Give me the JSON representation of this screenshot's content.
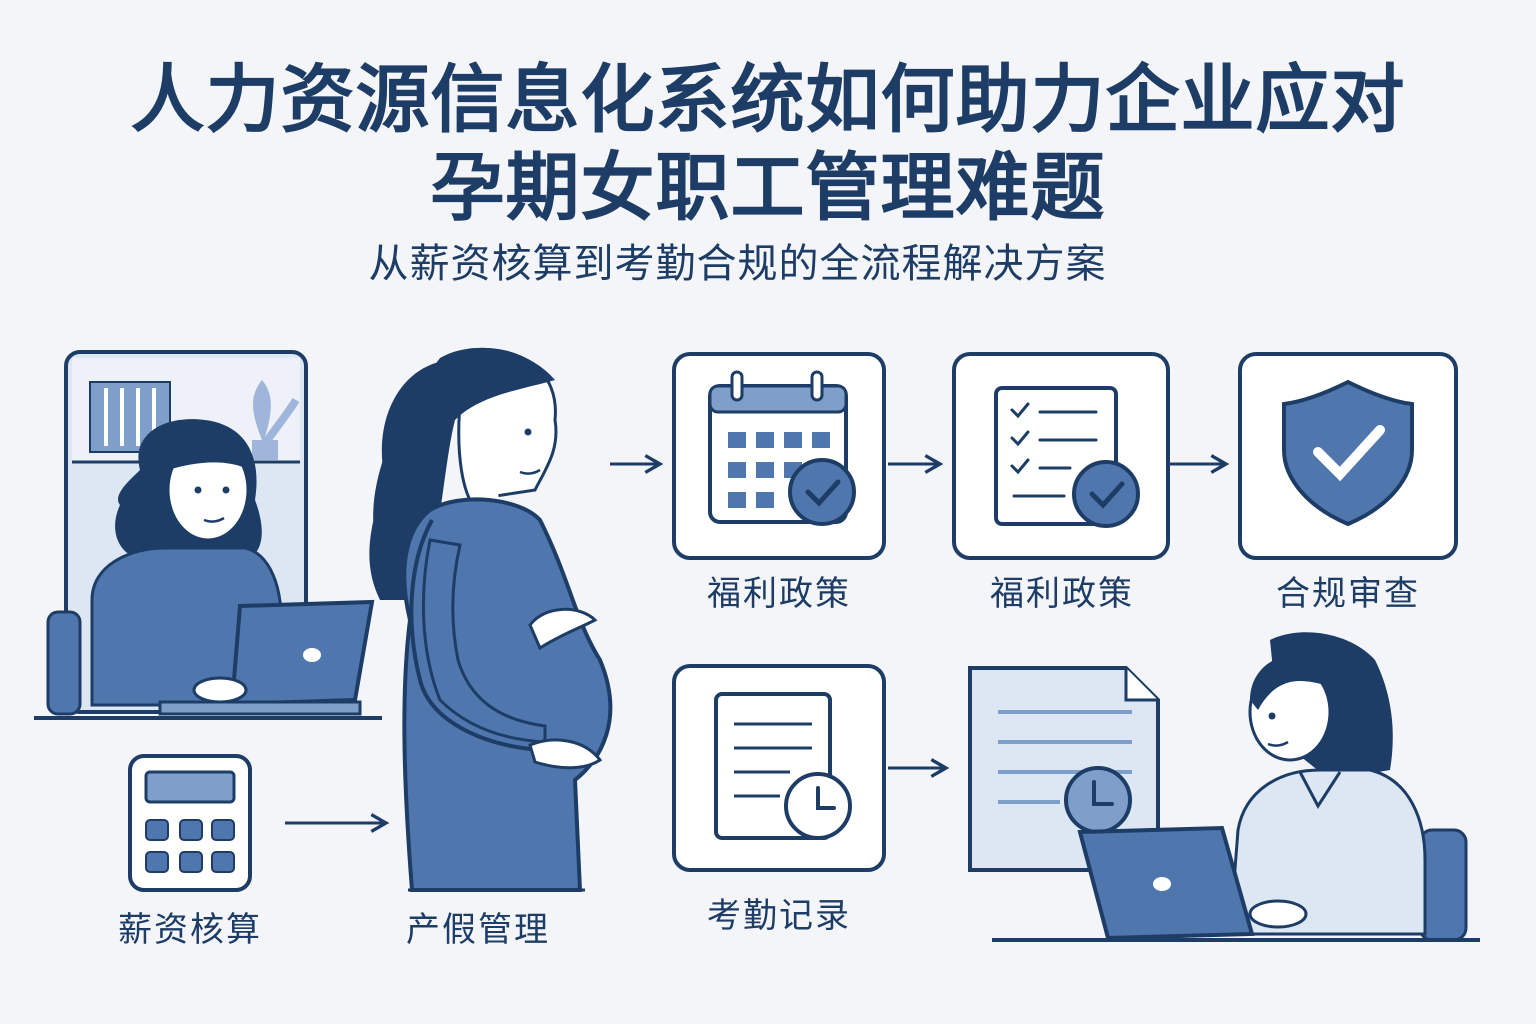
{
  "title_line1": "人力资源信息化系统如何助力企业应对",
  "title_line2": "孕期女职工管理难题",
  "subtitle": "从薪资核算到考勤合规的全流程解决方案",
  "labels": {
    "payroll": "薪资核算",
    "maternity": "产假管理",
    "benefits_a": "福利政策",
    "benefits_b": "福利政策",
    "compliance": "合规审查",
    "attendance": "考勤记录"
  },
  "colors": {
    "primary_dark": "#1d3d66",
    "primary_mid": "#4f76ad",
    "primary_light": "#cddcf0",
    "background": "#f4f5f8"
  },
  "icons": [
    "calculator-icon",
    "calendar-check-icon",
    "checklist-icon",
    "shield-check-icon",
    "document-clock-icon",
    "report-clock-icon"
  ]
}
